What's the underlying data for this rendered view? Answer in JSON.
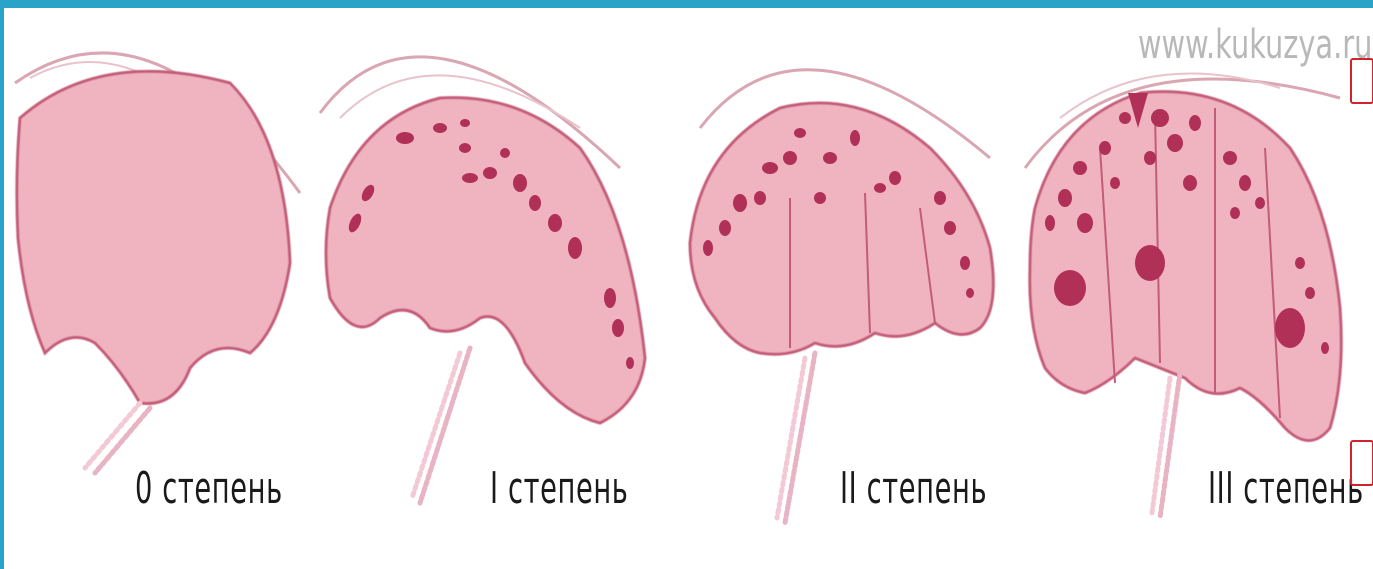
{
  "watermark": "www.kukuzya.ru",
  "stages": [
    {
      "label": "0 степень"
    },
    {
      "label": "I степень"
    },
    {
      "label": "II степень"
    },
    {
      "label": "III степень"
    }
  ],
  "colors": {
    "tissue": "#f0b4c0",
    "tissue_edge": "#c45c78",
    "calcification": "#b03058",
    "arc": "#d9a6b2",
    "frame": "#2aa3c8",
    "corner_mark": "#d0232c"
  }
}
